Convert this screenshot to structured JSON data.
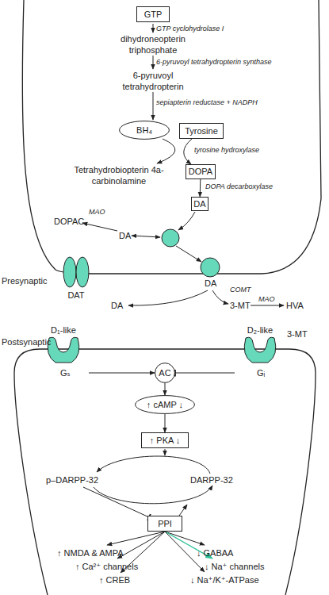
{
  "diagram": {
    "nodes": [
      {
        "text": [
          "GTP"
        ]
      },
      {
        "text": [
          "BH₄"
        ]
      },
      {
        "text": [
          "Tyrosine"
        ]
      },
      {
        "text": [
          "DOPA"
        ]
      },
      {
        "text": [
          "DA"
        ]
      },
      {
        "text": [
          "DAT"
        ]
      },
      {
        "text": [
          "D₁-like",
          "Gₛ"
        ]
      },
      {
        "text": [
          "D₂-like",
          "Gᵢ"
        ]
      },
      {
        "text": [
          "AC"
        ]
      },
      {
        "text": [
          "↑ cAMP ↓"
        ]
      },
      {
        "text": [
          "↑ PKA ↓"
        ]
      },
      {
        "text": [
          "PPI"
        ]
      }
    ],
    "edges": [
      {
        "from": 2,
        "to": 3,
        "arrow": "to",
        "label": "tyrosine hydroxylase"
      },
      {
        "from": 3,
        "to": 4,
        "arrow": "to",
        "label": "DOPA decarboxylase"
      },
      {
        "from": 6,
        "to": 8,
        "arrow": "to"
      },
      {
        "from": 7,
        "to": 8,
        "arrow": "to"
      },
      {
        "from": 8,
        "to": 9,
        "arrow": "to"
      },
      {
        "from": 9,
        "to": 10,
        "arrow": "to"
      }
    ],
    "labels": [
      "GTP cyclohydrolase I",
      "dihydroneopterin triphosphate",
      "6-pyruvoyl tetrahydropterin synthase",
      "6-pyruvoyl tetrahydropterin",
      "sepiapterin reductase + NADPH",
      "Tetrahydrobiopterin 4a-carbinolamine",
      "DOPAC",
      "MAO",
      "DA",
      "DA",
      "Presynaptic",
      "DA",
      "COMT",
      "3-MT",
      "MAO",
      "HVA",
      "Postsynaptic",
      "3-MT",
      "p–DARPP-32",
      "DARPP-32",
      "↑ NMDA & AMPA",
      "↑ Ca²⁺ channels",
      "↑ CREB",
      "↓ GABAA",
      "↓ Na⁺ channels",
      "↓ Na⁺/K⁺-ATPase"
    ]
  }
}
